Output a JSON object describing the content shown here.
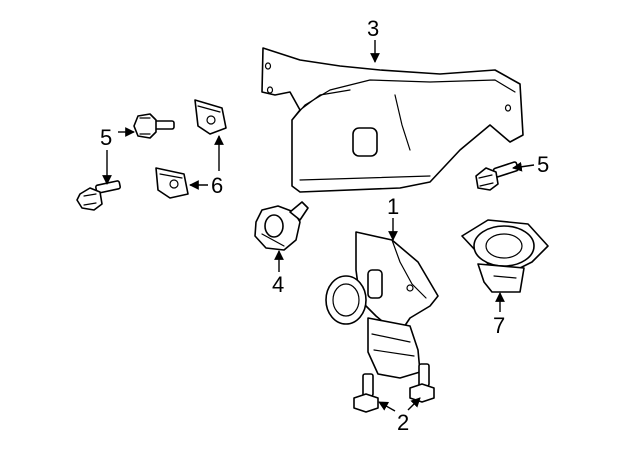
{
  "callouts": {
    "c1": "1",
    "c2": "2",
    "c3": "3",
    "c4": "4",
    "c5a": "5",
    "c5b": "5",
    "c6": "6",
    "c7": "7"
  }
}
